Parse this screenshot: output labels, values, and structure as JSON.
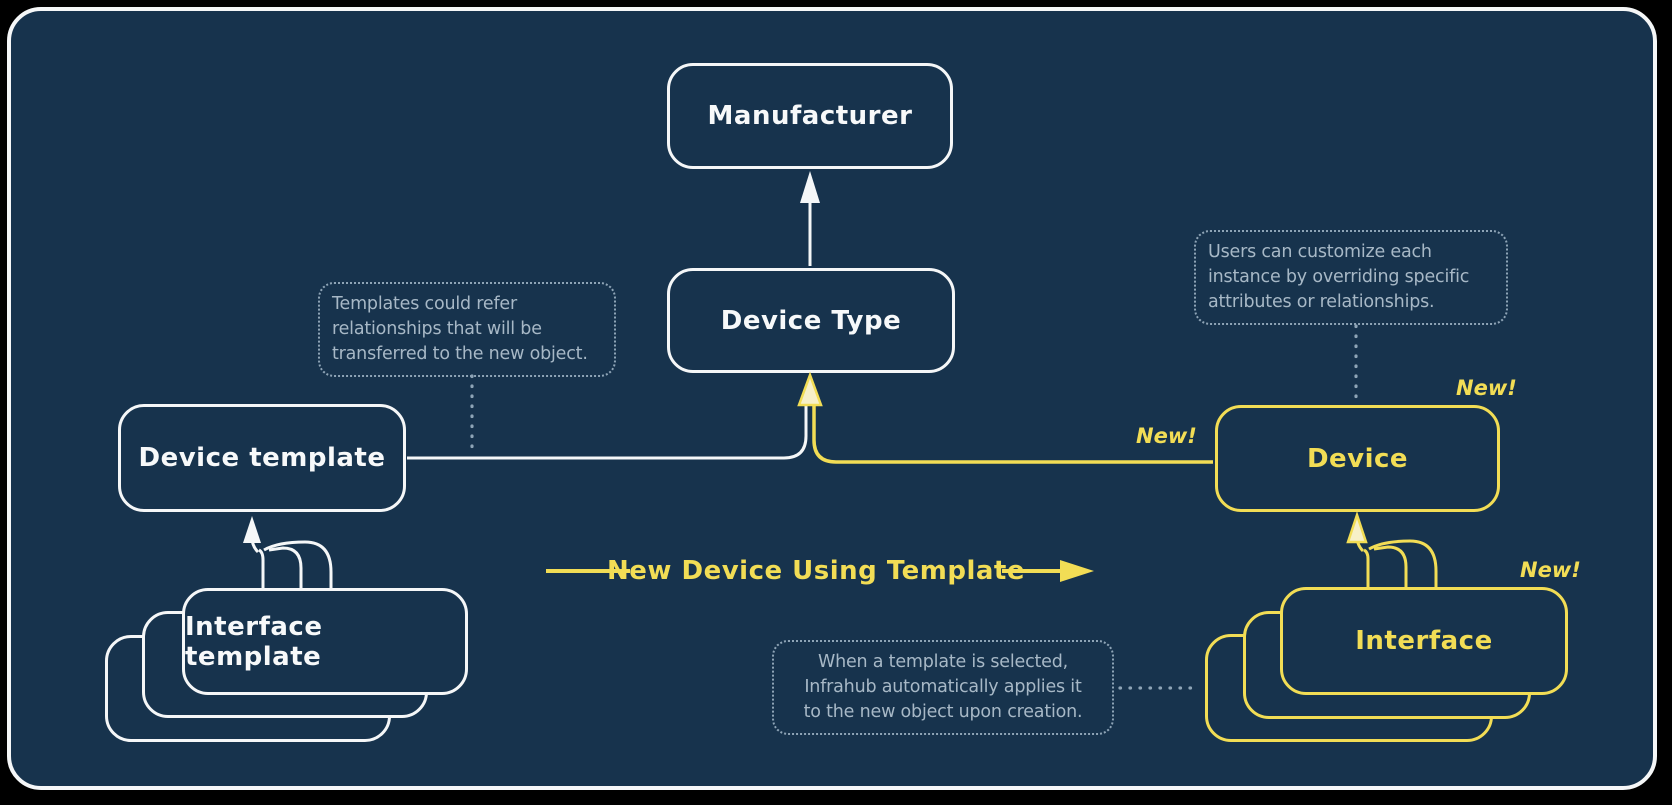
{
  "diagram": {
    "title": "New Device Using Template",
    "colors": {
      "background": "#17334d",
      "primary_stroke": "#f5f7f8",
      "accent_yellow": "#f2dd55",
      "annotation_text": "#a7b8c6"
    },
    "nodes": {
      "manufacturer": {
        "label": "Manufacturer"
      },
      "device_type": {
        "label": "Device Type"
      },
      "device_template": {
        "label": "Device template"
      },
      "interface_template": {
        "label": "Interface template"
      },
      "device": {
        "label": "Device"
      },
      "interface": {
        "label": "Interface"
      }
    },
    "badges": {
      "device_edge": "New!",
      "device_node": "New!",
      "interface_node": "New!"
    },
    "flow_label": "New Device Using Template",
    "annotations": {
      "templates_note": {
        "lines": [
          "Templates could refer",
          "relationships that will be",
          "transferred to the new object."
        ]
      },
      "customize_note": {
        "lines": [
          "Users can customize each",
          "instance by overriding specific",
          "attributes or relationships."
        ]
      },
      "apply_note": {
        "lines": [
          "When a template is selected,",
          "Infrahub automatically applies it",
          "to the new object upon creation."
        ]
      }
    }
  }
}
